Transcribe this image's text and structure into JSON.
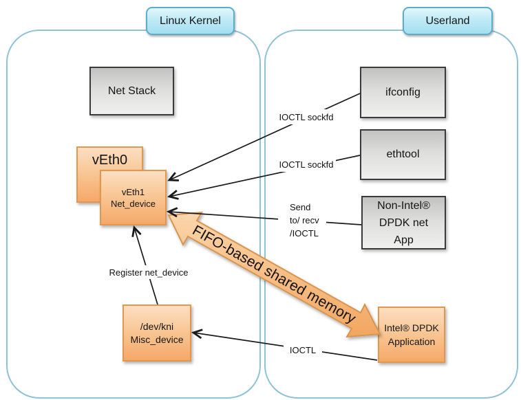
{
  "panels": {
    "kernel": {
      "label": "Linux Kernel"
    },
    "userland": {
      "label": "Userland"
    }
  },
  "nodes": {
    "net_stack": {
      "label": "Net Stack"
    },
    "veth0": {
      "label": "vEth0"
    },
    "veth1": {
      "lines": [
        "vEth1",
        "Net_device"
      ]
    },
    "dev_kni": {
      "lines": [
        "/dev/kni",
        "Misc_device"
      ]
    },
    "ifconfig": {
      "label": "ifconfig"
    },
    "ethtool": {
      "label": "ethtool"
    },
    "non_intel_app": {
      "lines": [
        "Non-Intel®",
        "DPDK net",
        "App"
      ]
    },
    "intel_app": {
      "lines": [
        "Intel® DPDK",
        "Application"
      ]
    }
  },
  "edges": {
    "ifconfig_to_veth1": {
      "label": "IOCTL sockfd"
    },
    "ethtool_to_veth1": {
      "label": "IOCTL sockfd"
    },
    "nonintel_to_veth1": {
      "lines": [
        "Send",
        "to/ recv",
        "/IOCTL"
      ]
    },
    "intel_to_devkni": {
      "label": "IOCTL"
    },
    "devkni_to_veth1": {
      "label": "Register net_device"
    },
    "fifo": {
      "label": "FIFO-based shared memory"
    }
  },
  "colors": {
    "panel_border": "#8EC2D6",
    "tab_fill": "#BFEAF6",
    "tab_border": "#5BADC9",
    "gray_box_top": "#C2C2C2",
    "gray_box_bottom": "#F0F0EE",
    "gray_box_border": "#3A3A3A",
    "orange_box_top": "#FCDFC2",
    "orange_box_bottom": "#F5A869",
    "orange_box_border": "#E09850",
    "connector_line": "#1A1A1A"
  }
}
